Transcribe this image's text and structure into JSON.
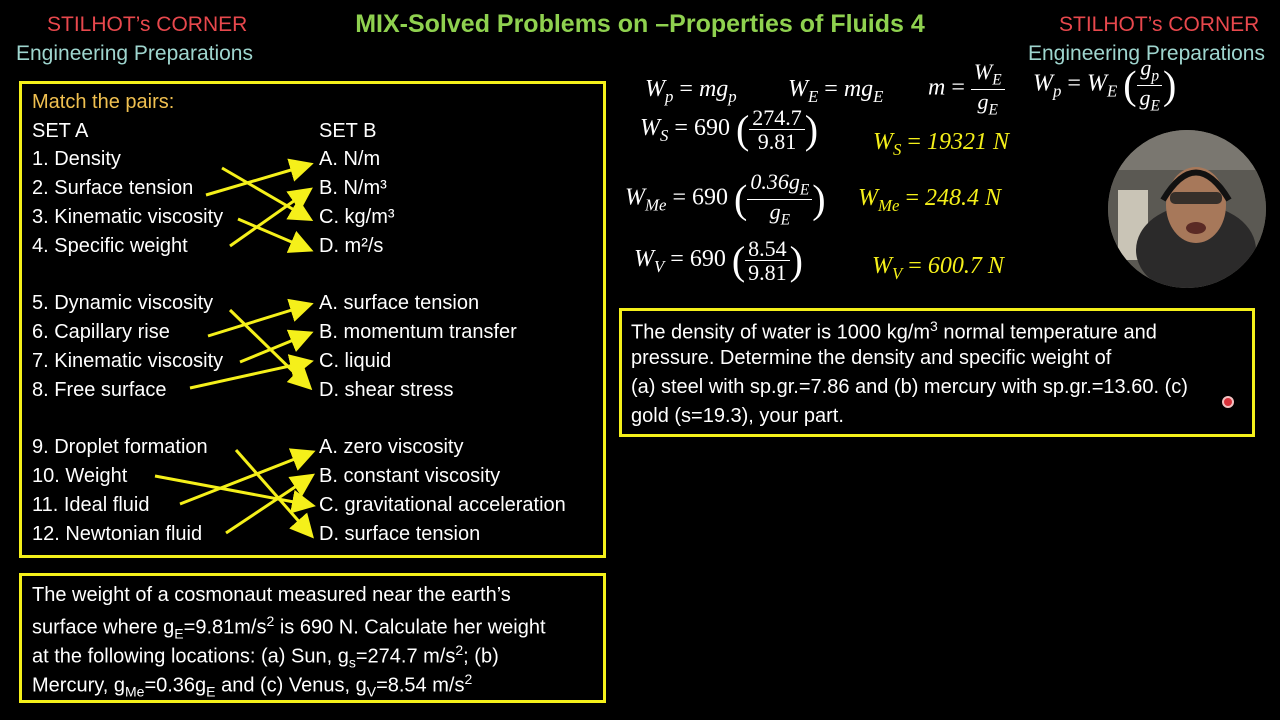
{
  "header": {
    "brand_left_1": "STILHOT’s CORNER",
    "brand_left_2": "Engineering Preparations",
    "brand_right_1": "STILHOT’s CORNER",
    "brand_right_2": "Engineering Preparations",
    "title": "MIX-Solved Problems on –Properties of Fluids 4"
  },
  "match": {
    "heading": "Match the pairs:",
    "set_a": "SET A",
    "set_b": "SET B",
    "groups": [
      {
        "a": [
          "1.   Density",
          "2. Surface tension",
          "3. Kinematic viscosity",
          "4. Specific weight"
        ],
        "b": [
          "A. N/m",
          "B. N/m³",
          "C. kg/m³",
          "D. m²/s"
        ]
      },
      {
        "a": [
          "5. Dynamic viscosity",
          "6. Capillary rise",
          "7. Kinematic viscosity",
          "8. Free surface"
        ],
        "b": [
          "A. surface tension",
          "B. momentum transfer",
          "C. liquid",
          "D. shear stress"
        ]
      },
      {
        "a": [
          "9. Droplet formation",
          "10. Weight",
          "11. Ideal fluid",
          "12. Newtonian fluid"
        ],
        "b": [
          "A. zero viscosity",
          "B. constant viscosity",
          "C. gravitational acceleration",
          "D. surface tension"
        ]
      }
    ],
    "arrow_color": "#f5f01a"
  },
  "cosmonaut": {
    "l1": "The weight of a cosmonaut measured near the earth’s",
    "l2a": "surface where g",
    "l2b": "E",
    "l2c": "=9.81m/s",
    "l2d": "2",
    "l2e": " is 690 N. Calculate her weight",
    "l3a": "at the following locations: (a) Sun, g",
    "l3b": "s",
    "l3c": "=274.7 m/s",
    "l3d": "2",
    "l3e": "; (b)",
    "l4a": "Mercury, g",
    "l4b": "Me",
    "l4c": "=0.36g",
    "l4d": "E",
    "l4e": " and (c) Venus, g",
    "l4f": "V",
    "l4g": "=8.54 m/s",
    "l4h": "2"
  },
  "density": {
    "l1a": "The density of water is 1000 kg/m",
    "l1b": "3",
    "l1c": " normal temperature and",
    "l2": "pressure. Determine the density and specific weight of",
    "l3": "(a) steel with sp.gr.=7.86 and (b) mercury with sp.gr.=13.60. (c)",
    "l4": "gold (s=19.3), your part."
  },
  "equations": {
    "ws_num": "274.7",
    "ws_den": "9.81",
    "ws_result": "19321 N",
    "wme_num": "0.36g",
    "wme_result": "248.4 N",
    "wv_num": "8.54",
    "wv_den": "9.81",
    "wv_result": "600.7 N",
    "coef": "690"
  },
  "colors": {
    "accent_yellow": "#f5f01a",
    "title_green": "#8fd14f",
    "brand_red": "#e8484d",
    "brand_teal": "#9fd6cf",
    "heading_orange": "#f0c050"
  }
}
